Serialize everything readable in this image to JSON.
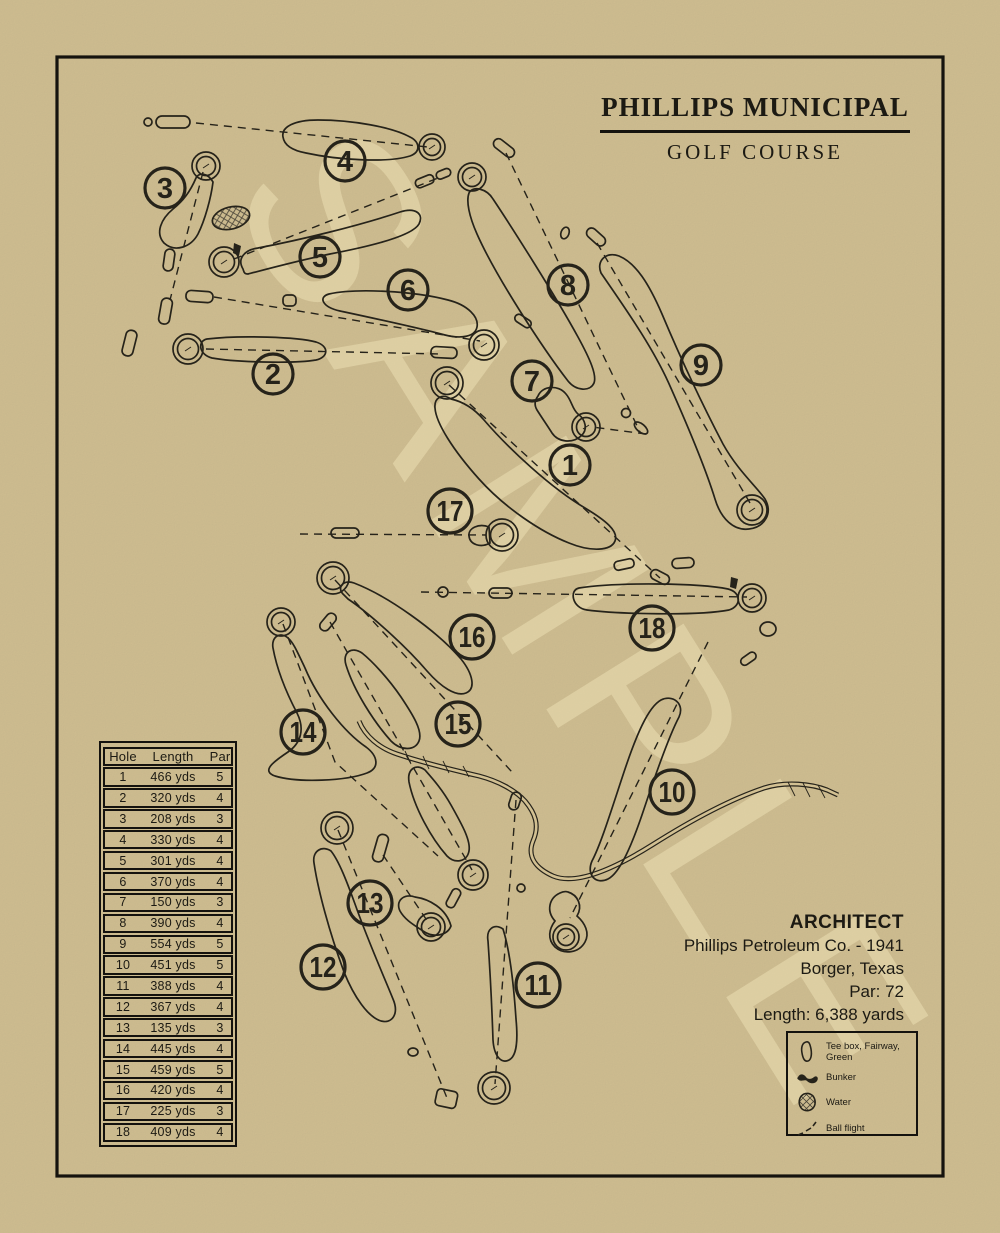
{
  "title": {
    "line1": "PHILLIPS MUNICIPAL",
    "line2": "GOLF COURSE"
  },
  "watermark": "SAMPLE",
  "architect": {
    "heading": "ARCHITECT",
    "company": "Phillips Petroleum Co.  -  1941",
    "location": "Borger, Texas",
    "par": "Par: 72",
    "total_length": "Length: 6,388 yards"
  },
  "scorecard": {
    "headers": [
      "Hole",
      "Length",
      "Par"
    ],
    "rows": [
      [
        "1",
        "466 yds",
        "5"
      ],
      [
        "2",
        "320 yds",
        "4"
      ],
      [
        "3",
        "208 yds",
        "3"
      ],
      [
        "4",
        "330 yds",
        "4"
      ],
      [
        "5",
        "301 yds",
        "4"
      ],
      [
        "6",
        "370 yds",
        "4"
      ],
      [
        "7",
        "150 yds",
        "3"
      ],
      [
        "8",
        "390 yds",
        "4"
      ],
      [
        "9",
        "554 yds",
        "5"
      ],
      [
        "10",
        "451 yds",
        "5"
      ],
      [
        "11",
        "388 yds",
        "4"
      ],
      [
        "12",
        "367 yds",
        "4"
      ],
      [
        "13",
        "135 yds",
        "3"
      ],
      [
        "14",
        "445 yds",
        "4"
      ],
      [
        "15",
        "459 yds",
        "5"
      ],
      [
        "16",
        "420 yds",
        "4"
      ],
      [
        "17",
        "225 yds",
        "3"
      ],
      [
        "18",
        "409 yds",
        "4"
      ]
    ]
  },
  "legend": {
    "items": [
      {
        "icon": "tee-box-fairway-green-icon",
        "label": "Tee box, Fairway, Green"
      },
      {
        "icon": "bunker-icon",
        "label": "Bunker"
      },
      {
        "icon": "water-icon",
        "label": "Water"
      },
      {
        "icon": "ball-flight-icon",
        "label": "Ball flight"
      }
    ]
  },
  "colors": {
    "paper": "#d2c092",
    "ink": "#201e16",
    "watermark": "#ece0b4"
  }
}
